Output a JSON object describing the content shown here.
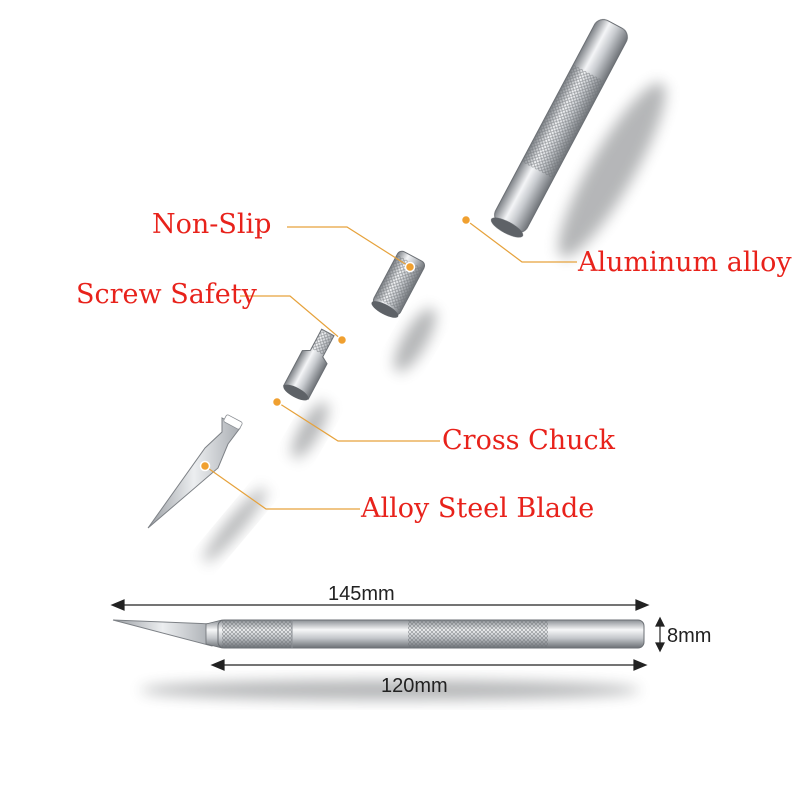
{
  "labels": {
    "non_slip": "Non-Slip",
    "aluminum_alloy": "Aluminum alloy",
    "screw_safety": "Screw Safety",
    "cross_chuck": "Cross Chuck",
    "alloy_steel_blade": "Alloy Steel Blade"
  },
  "dimensions": {
    "total_length": "145mm",
    "handle_length": "120mm",
    "diameter": "8mm"
  },
  "colors": {
    "label_text": "#e8221b",
    "leader_line": "#e6a23c",
    "marker_dot": "#f0a030",
    "metal_dark": "#8a8e93",
    "metal_light": "#f2f3f5"
  }
}
